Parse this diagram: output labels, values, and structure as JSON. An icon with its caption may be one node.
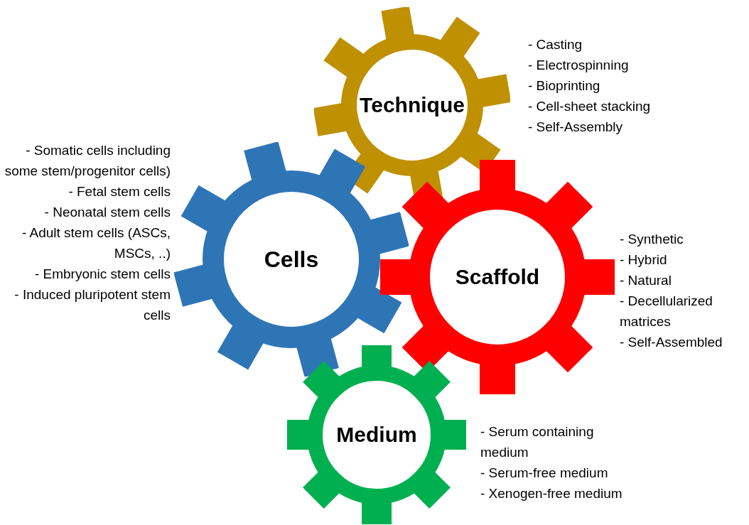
{
  "diagram": {
    "nodes": [
      {
        "text": [
          "Technique"
        ],
        "beside": [
          "- Casting",
          "- Electrospinning",
          "- Bioprinting",
          "- Cell-sheet stacking",
          "- Self-Assembly"
        ]
      },
      {
        "text": [
          "Cells"
        ],
        "beside": [
          "- Somatic cells including some stem/progenitor cells)",
          "- Fetal stem cells",
          "- Neonatal stem cells",
          "- Adult stem cells (ASCs, MSCs, ..)",
          "- Embryonic stem cells",
          "- Induced pluripotent stem cells"
        ]
      },
      {
        "text": [
          "Scaffold"
        ],
        "beside": [
          "- Synthetic",
          "- Hybrid",
          "- Natural",
          "- Decellularized matrices",
          "- Self-Assembled"
        ]
      },
      {
        "text": [
          "Medium"
        ],
        "beside": [
          "- Serum containing medium",
          "- Serum-free medium",
          "- Xenogen-free medium"
        ]
      }
    ],
    "edges": []
  }
}
